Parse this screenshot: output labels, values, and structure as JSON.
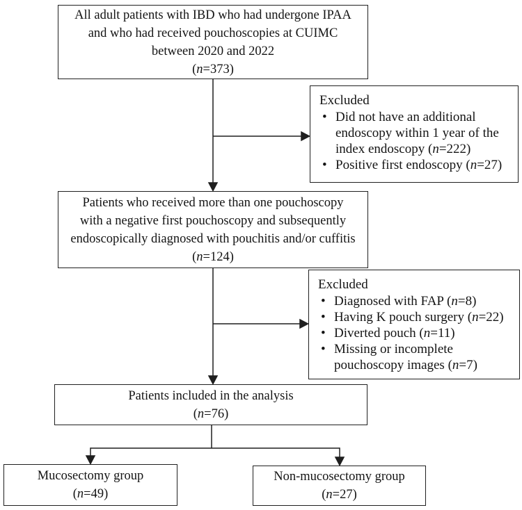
{
  "labels": {
    "bullet": "•",
    "open": "(",
    "sp_open": " (",
    "n_symbol": "n",
    "eq": "=",
    "close": ")"
  },
  "boxes": {
    "cohort": {
      "lines": [
        "All adult patients with IBD who had undergone IPAA",
        "and who had received pouchoscopies at CUIMC",
        "between 2020 and 2022"
      ],
      "n": "373"
    },
    "excluded_first": {
      "title": "Excluded",
      "items": [
        {
          "text": "Did not have an additional endoscopy within 1 year of the index endoscopy",
          "n": "222"
        },
        {
          "text": "Positive first endoscopy",
          "n": "27"
        }
      ]
    },
    "eligible": {
      "lines": [
        "Patients who received more than one pouchoscopy",
        "with a negative first pouchoscopy and subsequently",
        "endoscopically diagnosed with pouchitis and/or cuffitis"
      ],
      "n": "124"
    },
    "excluded_second": {
      "title": "Excluded",
      "items": [
        {
          "text": "Diagnosed with FAP",
          "n": "8"
        },
        {
          "text": "Having K pouch surgery",
          "n": "22"
        },
        {
          "text": "Diverted pouch",
          "n": "11"
        },
        {
          "text": "Missing or incomplete pouchoscopy images",
          "n": "7"
        }
      ]
    },
    "analysis": {
      "lines": [
        "Patients included in the analysis"
      ],
      "n": "76"
    },
    "mucosectomy": {
      "lines": [
        "Mucosectomy group"
      ],
      "n": "49"
    },
    "non_mucosectomy": {
      "lines": [
        "Non-mucosectomy group"
      ],
      "n": "27"
    }
  },
  "colors": {
    "background": "#ffffff",
    "text": "#141414",
    "border": "#1f1f1f",
    "line": "#1f1f1f"
  }
}
